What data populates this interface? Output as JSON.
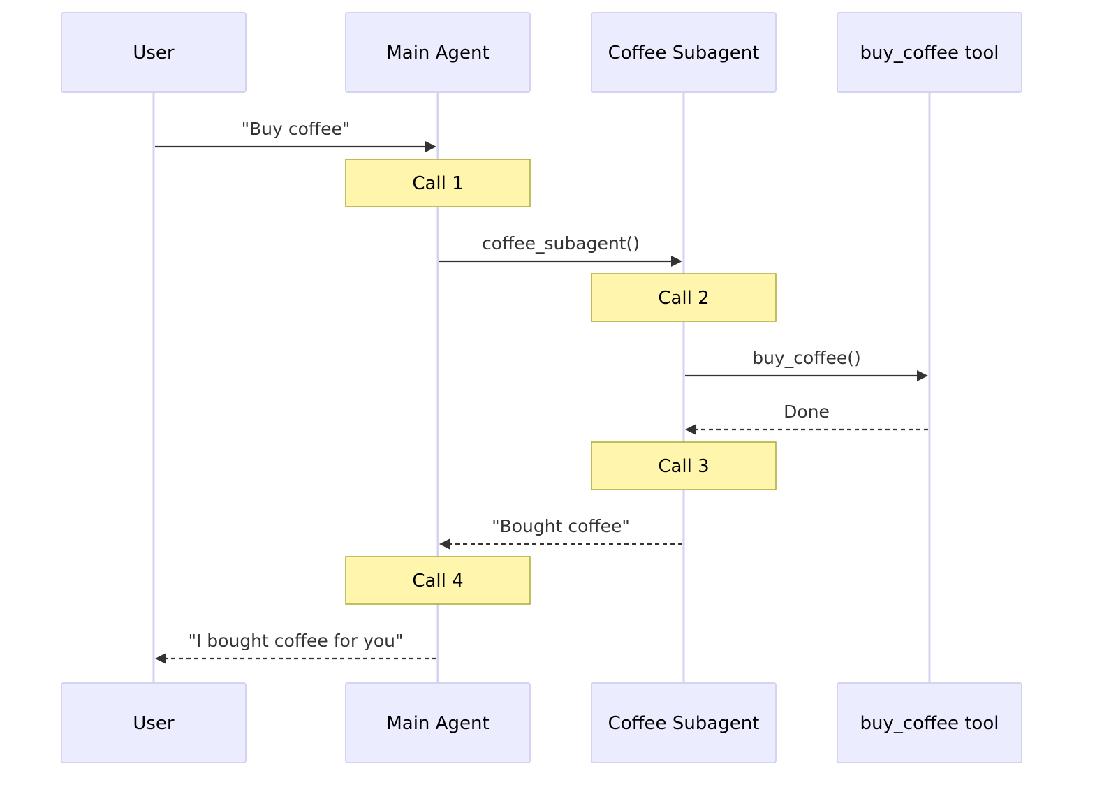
{
  "participants": [
    {
      "id": "user",
      "label": "User"
    },
    {
      "id": "main",
      "label": "Main Agent"
    },
    {
      "id": "sub",
      "label": "Coffee Subagent"
    },
    {
      "id": "tool",
      "label": "buy_coffee tool"
    }
  ],
  "steps": [
    {
      "kind": "message",
      "from": "user",
      "to": "main",
      "style": "solid",
      "label": "\"Buy coffee\""
    },
    {
      "kind": "note",
      "over": "main",
      "label": "Call 1"
    },
    {
      "kind": "message",
      "from": "main",
      "to": "sub",
      "style": "solid",
      "label": "coffee_subagent()"
    },
    {
      "kind": "note",
      "over": "sub",
      "label": "Call 2"
    },
    {
      "kind": "message",
      "from": "sub",
      "to": "tool",
      "style": "solid",
      "label": "buy_coffee()"
    },
    {
      "kind": "message",
      "from": "tool",
      "to": "sub",
      "style": "dashed",
      "label": "Done"
    },
    {
      "kind": "note",
      "over": "sub",
      "label": "Call 3"
    },
    {
      "kind": "message",
      "from": "sub",
      "to": "main",
      "style": "dashed",
      "label": "\"Bought coffee\""
    },
    {
      "kind": "note",
      "over": "main",
      "label": "Call 4"
    },
    {
      "kind": "message",
      "from": "main",
      "to": "user",
      "style": "dashed",
      "label": "\"I bought coffee for you\""
    }
  ],
  "colors": {
    "actor_fill": "#ECECFF",
    "actor_border": "#D6D2F2",
    "note_fill": "#FFF5AD",
    "note_border": "#AAAA33",
    "message_line": "#333333"
  }
}
